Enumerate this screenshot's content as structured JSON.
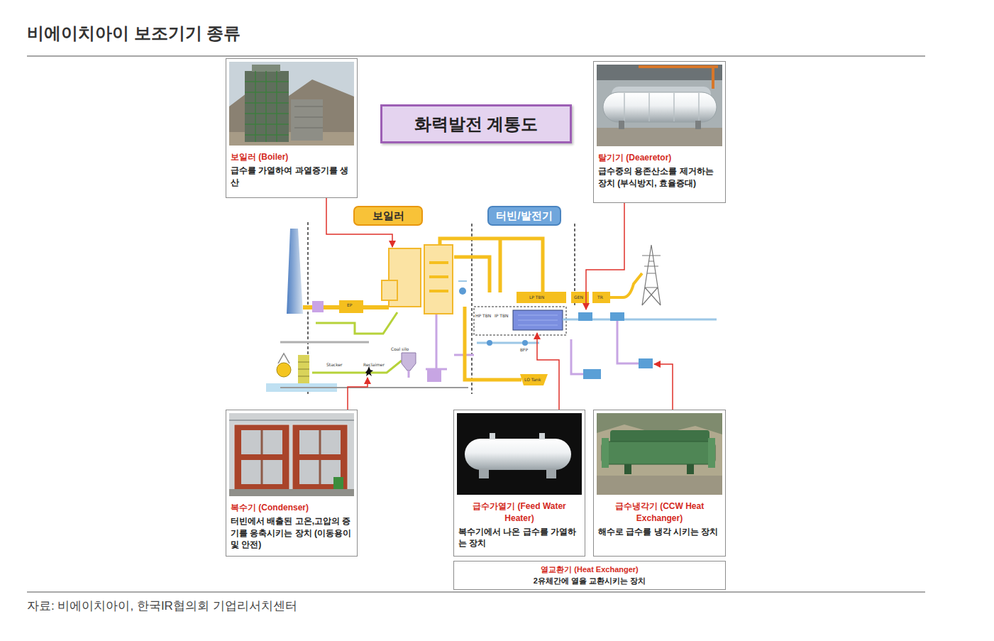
{
  "diagram": {
    "title": "비에이치아이 보조기기 종류",
    "caption": "자료: 비에이치아이, 한국IR협의회 기업리서치센터",
    "nodes": [
      {
        "text": [
          "보일러 (Boiler)",
          "급수를 가열하여 과열증기를 생산"
        ]
      },
      {
        "text": [
          "탈기기 (Deaeretor)",
          "급수중의 용존산소를 제거하는 장치 (부식방지, 효율증대)"
        ]
      },
      {
        "text": [
          "화력발전 계통도"
        ]
      },
      {
        "text": [
          "보일러"
        ]
      },
      {
        "text": [
          "터빈/발전기"
        ]
      },
      {
        "text": [
          "복수기 (Condenser)",
          "터빈에서 배출된 고온,고압의 증기를 응축시키는 장치 (이동용이 및 안전)"
        ]
      },
      {
        "text": [
          "급수가열기 (Feed Water Heater)",
          "복수기에서 나온 급수를 가열하는 장치"
        ]
      },
      {
        "text": [
          "급수냉각기 (CCW Heat Exchanger)",
          "해수로 급수를 냉각 시키는 장치"
        ]
      },
      {
        "text": [
          "열교환기 (Heat Exchanger)",
          "2유체간에 열을 교환시키는 장치"
        ]
      }
    ],
    "labels": [
      "EP",
      "HP TBN",
      "IP TBN",
      "LP TBN",
      "GEN",
      "TR",
      "BFP",
      "Coal silo",
      "Stacker",
      "Reclaimer",
      "LO Tank"
    ]
  }
}
